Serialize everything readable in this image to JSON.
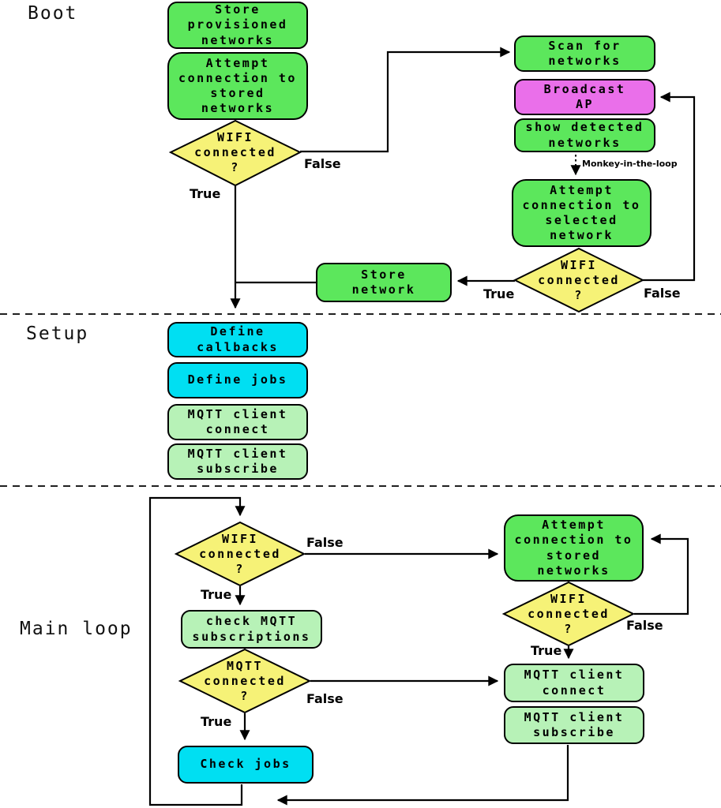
{
  "sections": {
    "boot": "Boot",
    "setup": "Setup",
    "main_loop": "Main loop"
  },
  "nodes": {
    "store_provisioned": "Store\nprovisioned\nnetworks",
    "attempt_stored": "Attempt\nconnection to\nstored\nnetworks",
    "wifi_connected": "WIFI\nconnected\n?",
    "scan_networks": "Scan for\nnetworks",
    "broadcast_ap": "Broadcast\nAP",
    "show_detected": "show detected\nnetworks",
    "attempt_selected": "Attempt\nconnection to\nselected\nnetwork",
    "store_network": "Store\nnetwork",
    "define_callbacks": "Define\ncallbacks",
    "define_jobs": "Define jobs",
    "mqtt_client_connect": "MQTT client\nconnect",
    "mqtt_client_subscribe": "MQTT client\nsubscribe",
    "check_mqtt_subscriptions": "check MQTT\nsubscriptions",
    "mqtt_connected": "MQTT\nconnected\n?",
    "check_jobs": "Check jobs"
  },
  "edge_labels": {
    "true": "True",
    "false": "False",
    "monkey": "Monkey-in-the-loop"
  },
  "colors": {
    "green": "#5ce75c",
    "light_green": "#b7f2b7",
    "cyan": "#00dff2",
    "magenta": "#ea6fea",
    "yellow": "#f6f277",
    "edge": "#000000"
  }
}
